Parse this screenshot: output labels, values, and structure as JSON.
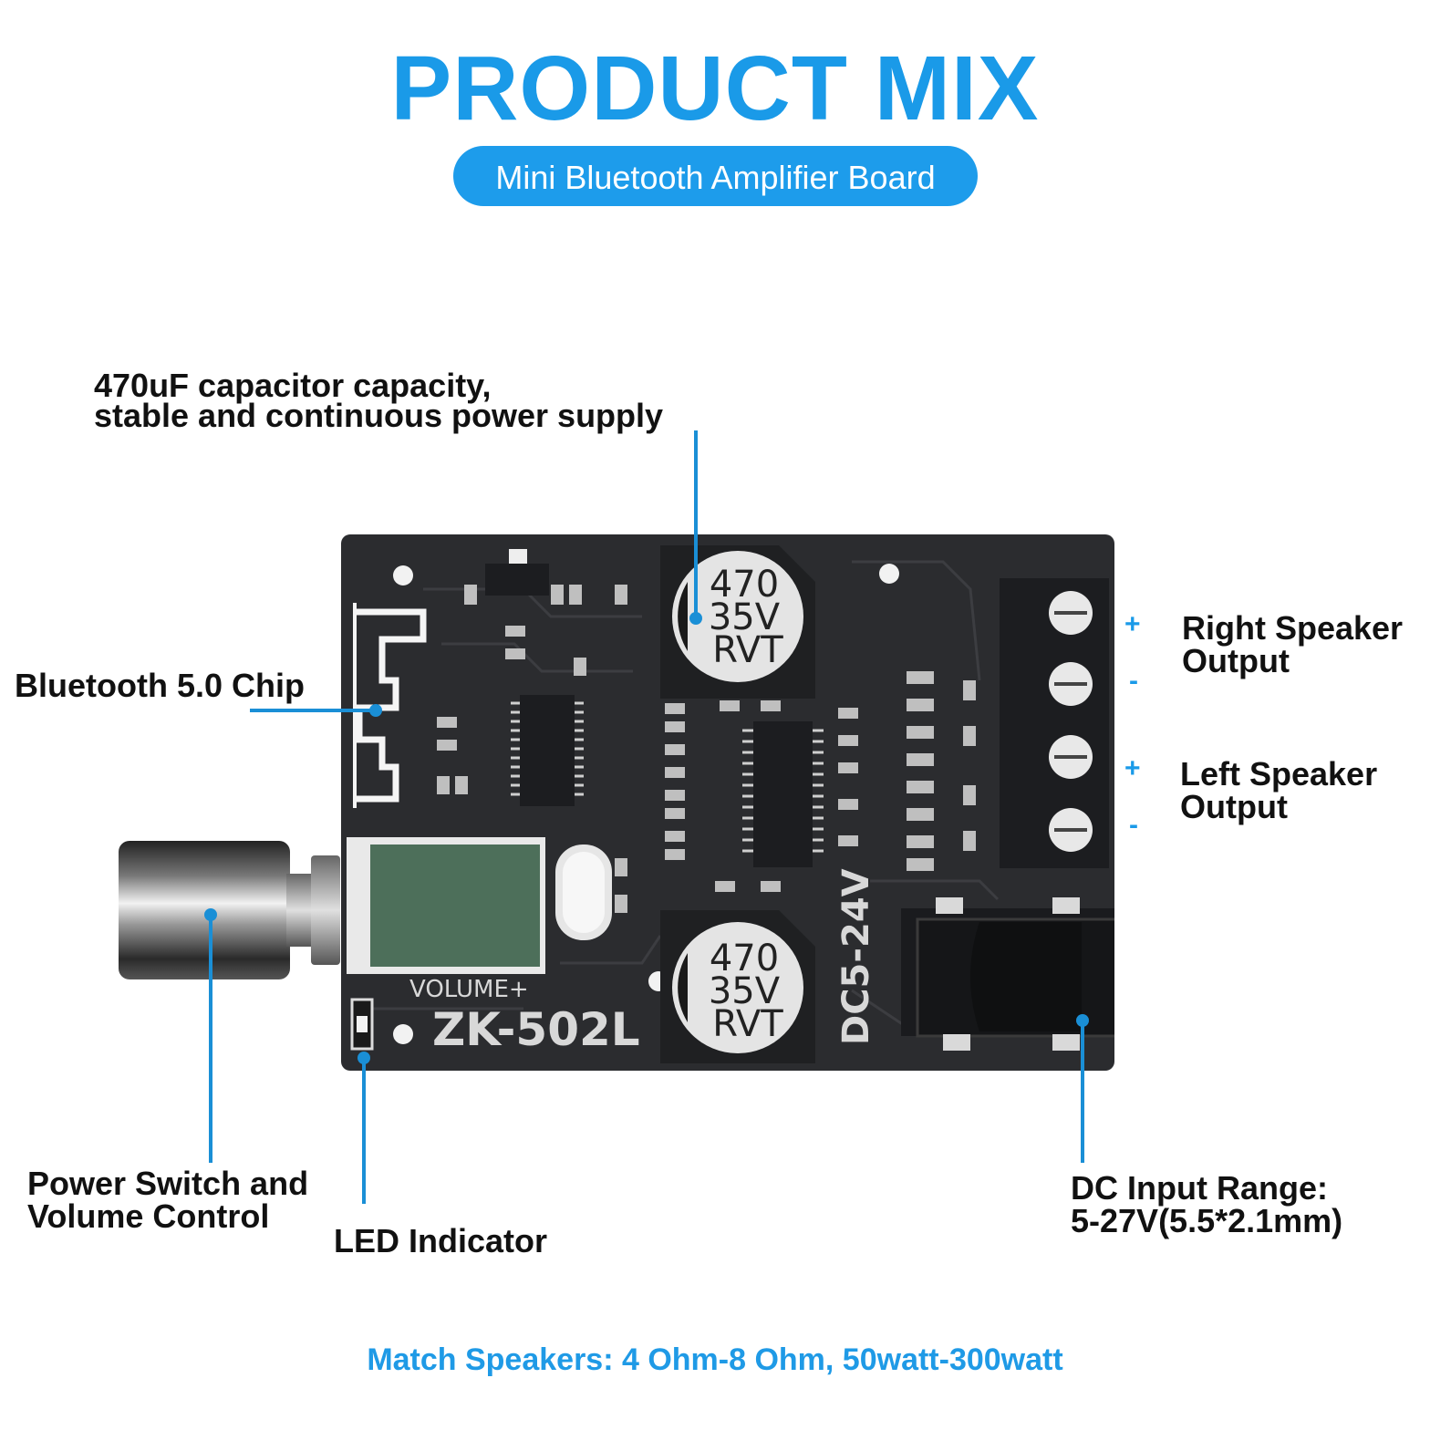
{
  "header": {
    "title": "PRODUCT MIX",
    "subtitle": "Mini Bluetooth Amplifier Board"
  },
  "callouts": {
    "capacitor": [
      "470uF capacitor capacity,",
      "stable and continuous power supply"
    ],
    "bluetooth": "Bluetooth 5.0 Chip",
    "right_speaker": [
      "Right Speaker",
      "Output"
    ],
    "left_speaker": [
      "Left Speaker",
      "Output"
    ],
    "power_volume": [
      "Power Switch and",
      "Volume Control"
    ],
    "led": "LED Indicator",
    "dc_input": [
      "DC Input Range:",
      "5-27V(5.5*2.1mm)"
    ]
  },
  "terminal_signs": {
    "plus": "+",
    "minus": "-"
  },
  "board": {
    "model": "ZK-502L",
    "volume_label": "VOLUME+",
    "voltage_label": "DC5-24V",
    "capacitor_text": [
      "470",
      "35V",
      "RVT"
    ]
  },
  "footer": "Match Speakers: 4 Ohm-8 Ohm, 50watt-300watt",
  "colors": {
    "accent": "#1a9ae8",
    "board": "#2b2c2f",
    "text": "#111111"
  }
}
